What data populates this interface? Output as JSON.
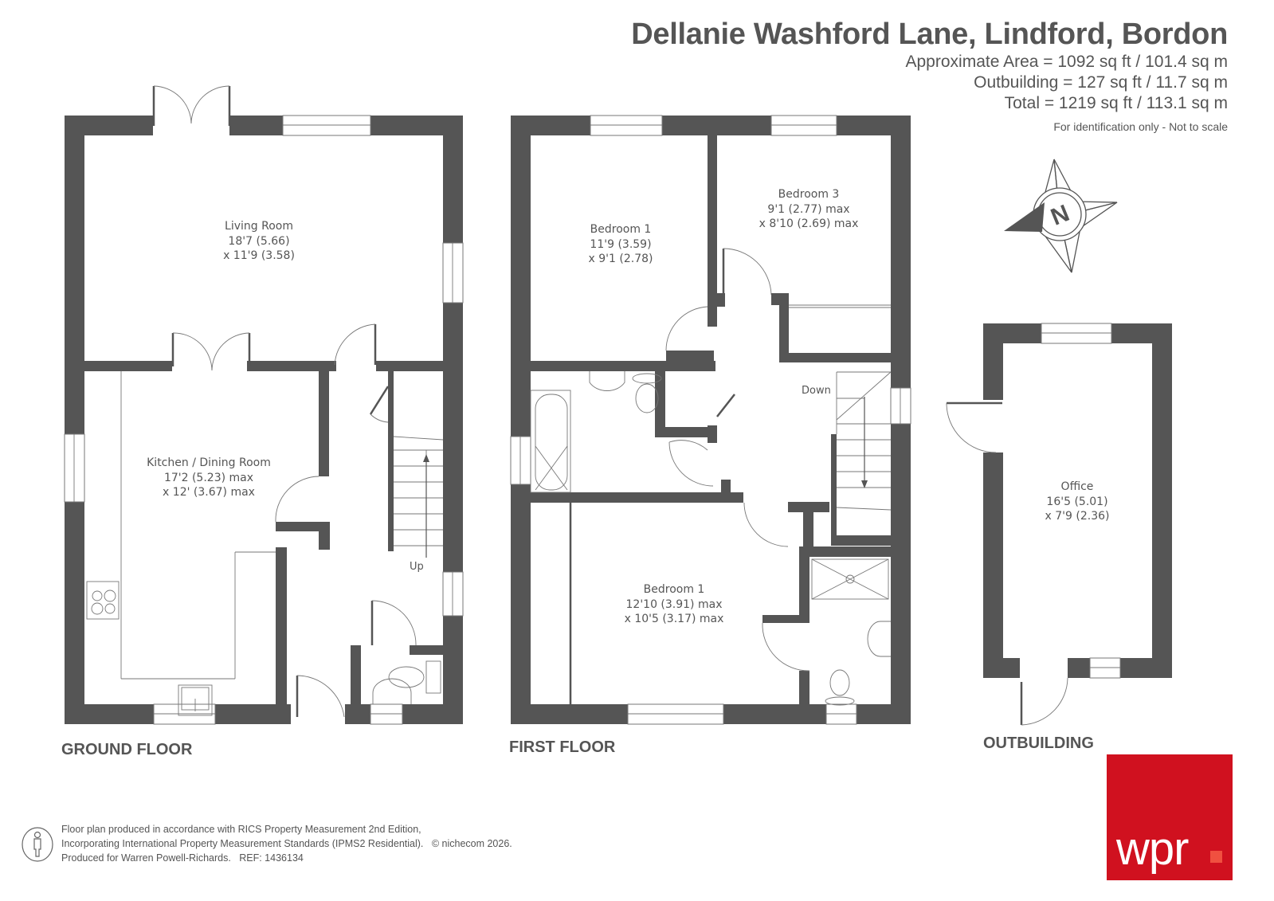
{
  "header": {
    "title": "Dellanie Washford Lane, Lindford, Bordon",
    "approximate_area": "Approximate Area = 1092 sq ft / 101.4 sq m",
    "outbuilding_area": "Outbuilding = 127 sq ft / 11.7 sq m",
    "total_area": "Total = 1219 sq ft / 113.1 sq m",
    "disclaimer": "For identification only - Not to scale"
  },
  "compass": {
    "icon": "compass-north-icon",
    "letter": "N"
  },
  "floors": {
    "ground": {
      "label": "GROUND FLOOR",
      "rooms": [
        {
          "name": "Living Room",
          "dim1": "18'7 (5.66)",
          "dim2": "x 11'9 (3.58)"
        },
        {
          "name": "Kitchen / Dining Room",
          "dim1": "17'2 (5.23) max",
          "dim2": "x 12' (3.67) max"
        }
      ],
      "stairs_label": "Up"
    },
    "first": {
      "label": "FIRST FLOOR",
      "rooms": [
        {
          "name": "Bedroom 1",
          "dim1": "11'9 (3.59)",
          "dim2": "x 9'1 (2.78)"
        },
        {
          "name": "Bedroom 3",
          "dim1": "9'1 (2.77) max",
          "dim2": "x 8'10 (2.69) max"
        },
        {
          "name": "Bedroom 1",
          "dim1": "12'10 (3.91) max",
          "dim2": "x 10'5 (3.17) max"
        }
      ],
      "stairs_label": "Down"
    },
    "outbuilding": {
      "label": "OUTBUILDING",
      "rooms": [
        {
          "name": "Office",
          "dim1": "16'5 (5.01)",
          "dim2": "x 7'9 (2.36)"
        }
      ]
    }
  },
  "footer": {
    "icon": "person-scale-icon",
    "line1": "Floor plan produced in accordance with RICS Property Measurement 2nd Edition,",
    "line2": "Incorporating International Property Measurement Standards (IPMS2 Residential).",
    "copyright": "© nichecom 2026.",
    "line3": "Produced for Warren Powell-Richards.",
    "ref": "REF: 1436134"
  },
  "logo": {
    "text": "wpr",
    "color": "#d0111f",
    "dot_color": "#f05040"
  },
  "colors": {
    "wall": "#555555",
    "text": "#555555",
    "background": "#ffffff"
  }
}
